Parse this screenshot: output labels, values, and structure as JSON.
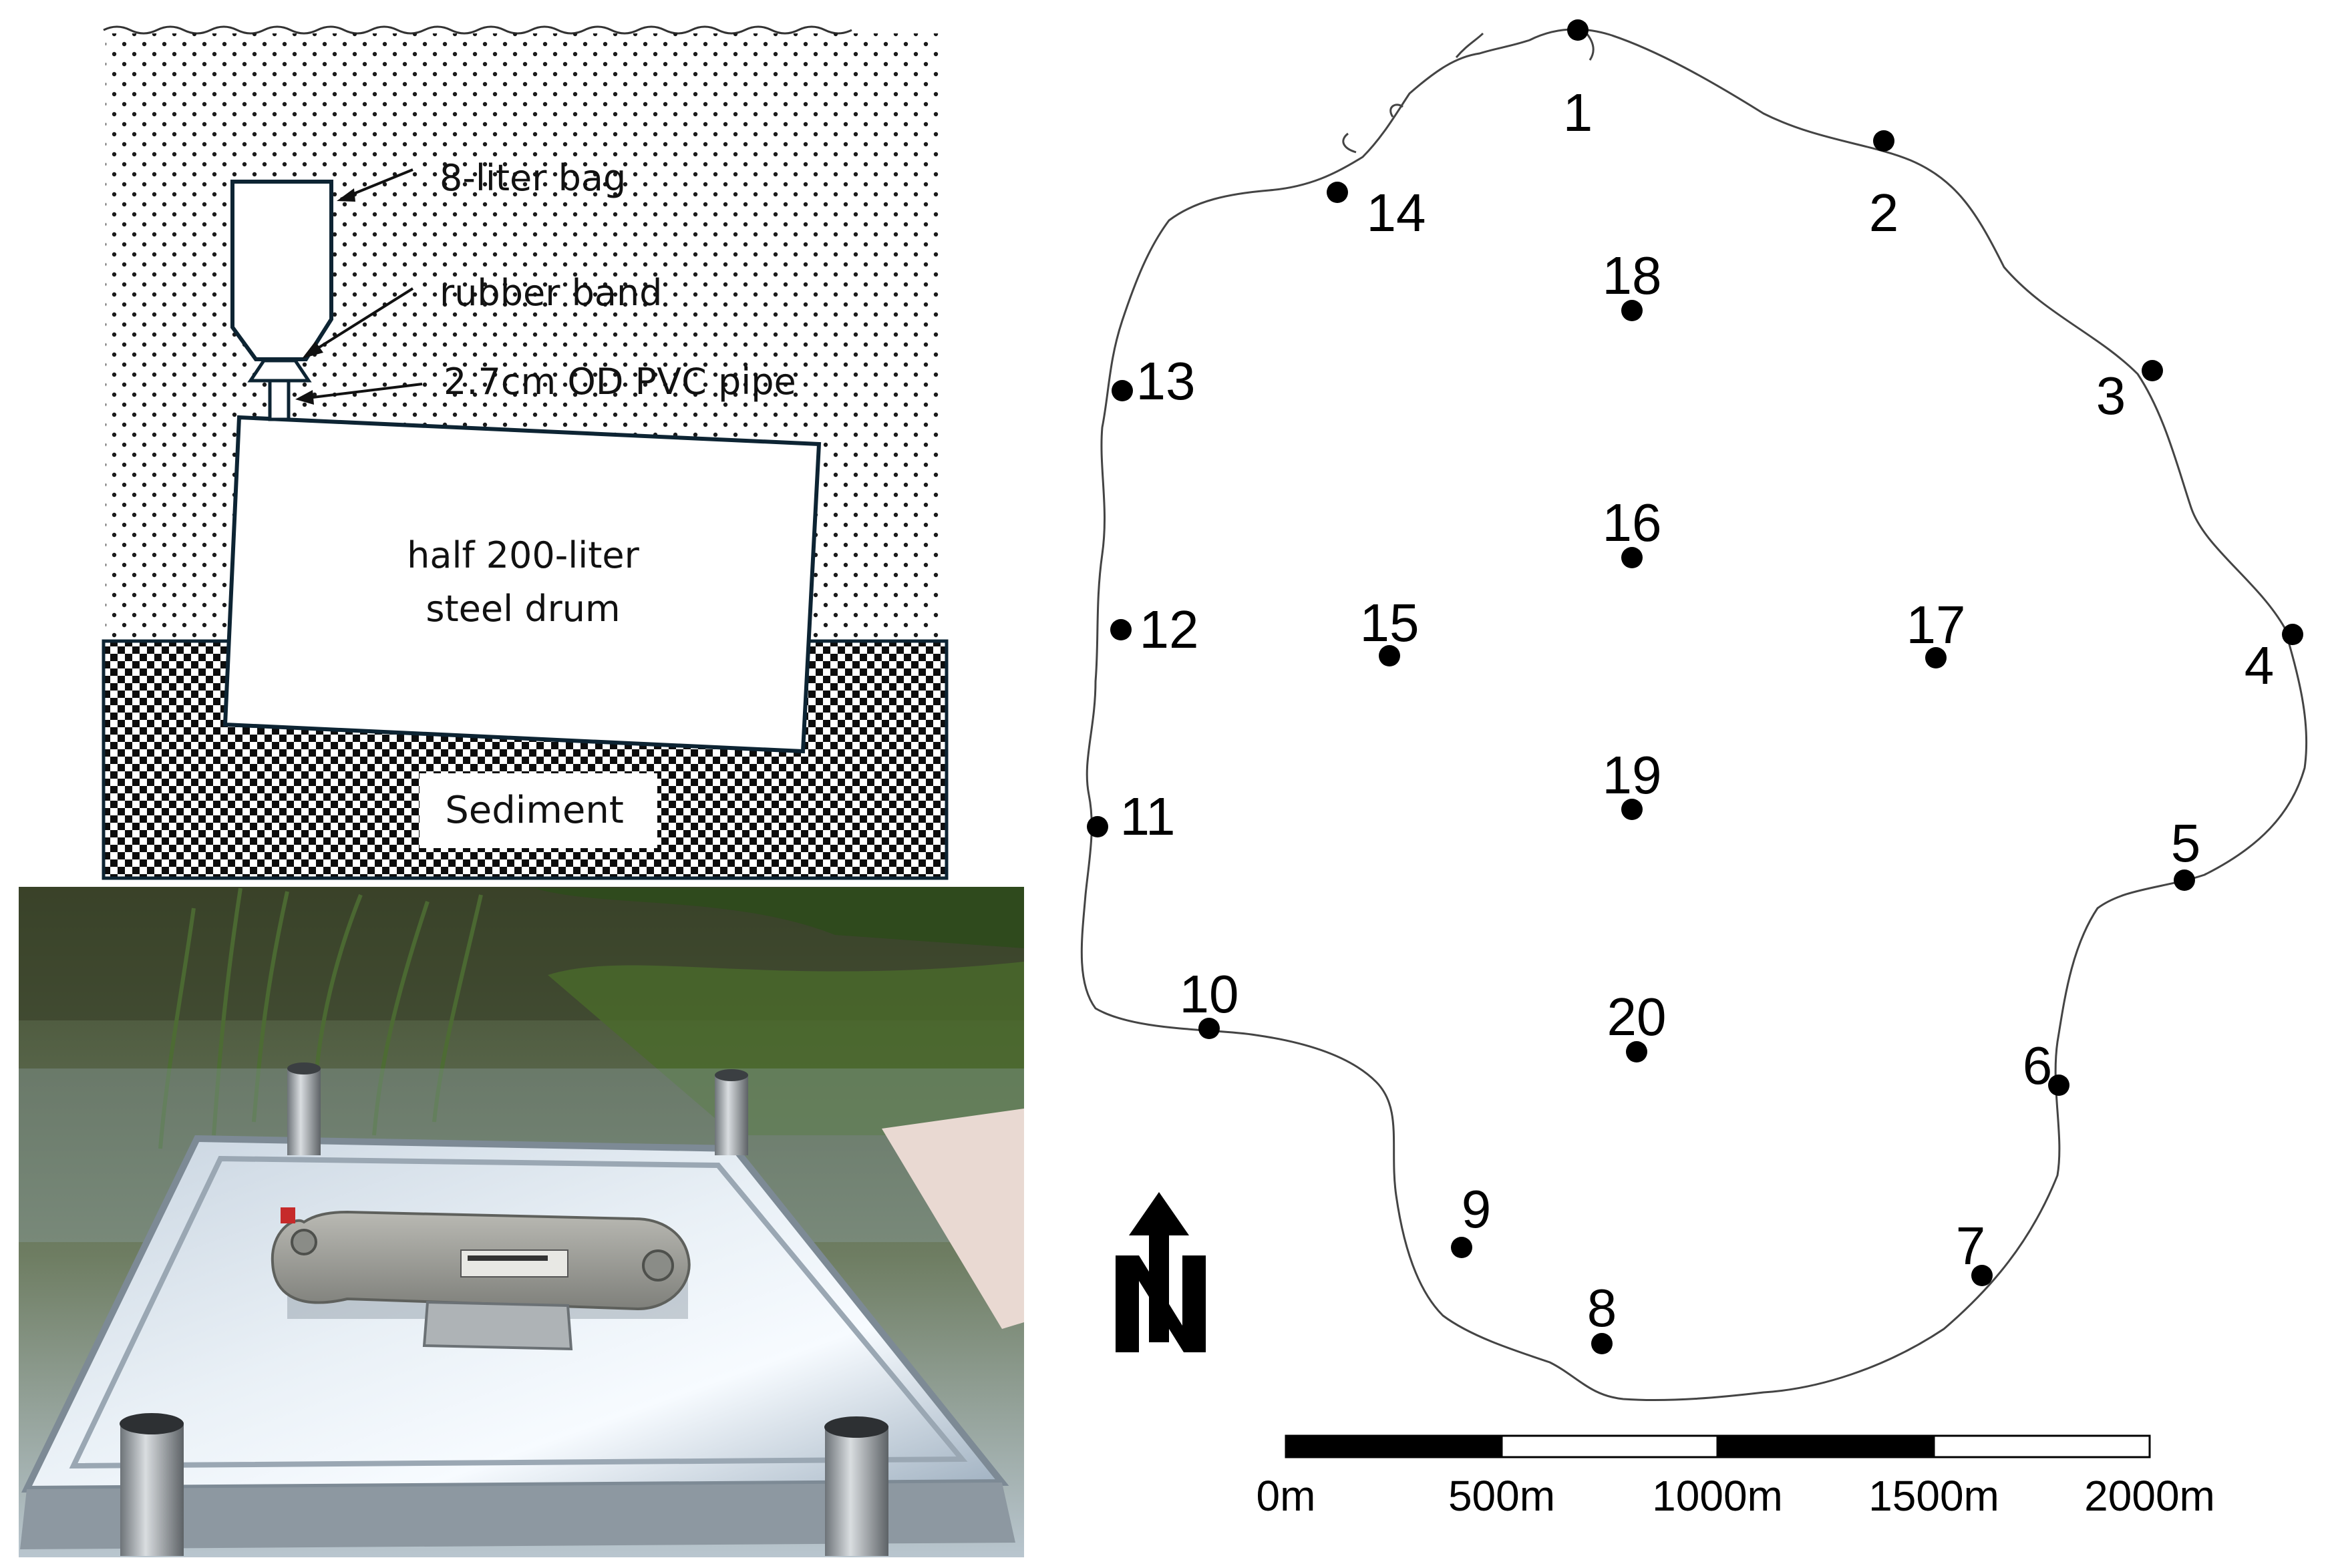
{
  "diagram": {
    "labels": {
      "bag": "8-liter bag",
      "band": "rubber band",
      "pipe": "2.7cm OD PVC pipe",
      "drum_line1": "half 200-liter",
      "drum_line2": "steel drum",
      "sediment": "Sediment"
    }
  },
  "map": {
    "stations": [
      {
        "id": "1",
        "label": "1"
      },
      {
        "id": "2",
        "label": "2"
      },
      {
        "id": "3",
        "label": "3"
      },
      {
        "id": "4",
        "label": "4"
      },
      {
        "id": "5",
        "label": "5"
      },
      {
        "id": "6",
        "label": "6"
      },
      {
        "id": "7",
        "label": "7"
      },
      {
        "id": "8",
        "label": "8"
      },
      {
        "id": "9",
        "label": "9"
      },
      {
        "id": "10",
        "label": "10"
      },
      {
        "id": "11",
        "label": "11"
      },
      {
        "id": "12",
        "label": "12"
      },
      {
        "id": "13",
        "label": "13"
      },
      {
        "id": "14",
        "label": "14"
      },
      {
        "id": "15",
        "label": "15"
      },
      {
        "id": "16",
        "label": "16"
      },
      {
        "id": "17",
        "label": "17"
      },
      {
        "id": "18",
        "label": "18"
      },
      {
        "id": "19",
        "label": "19"
      },
      {
        "id": "20",
        "label": "20"
      }
    ],
    "north_label": "N",
    "scale_labels": [
      "0m",
      "500m",
      "1000m",
      "1500m",
      "2000m"
    ]
  }
}
